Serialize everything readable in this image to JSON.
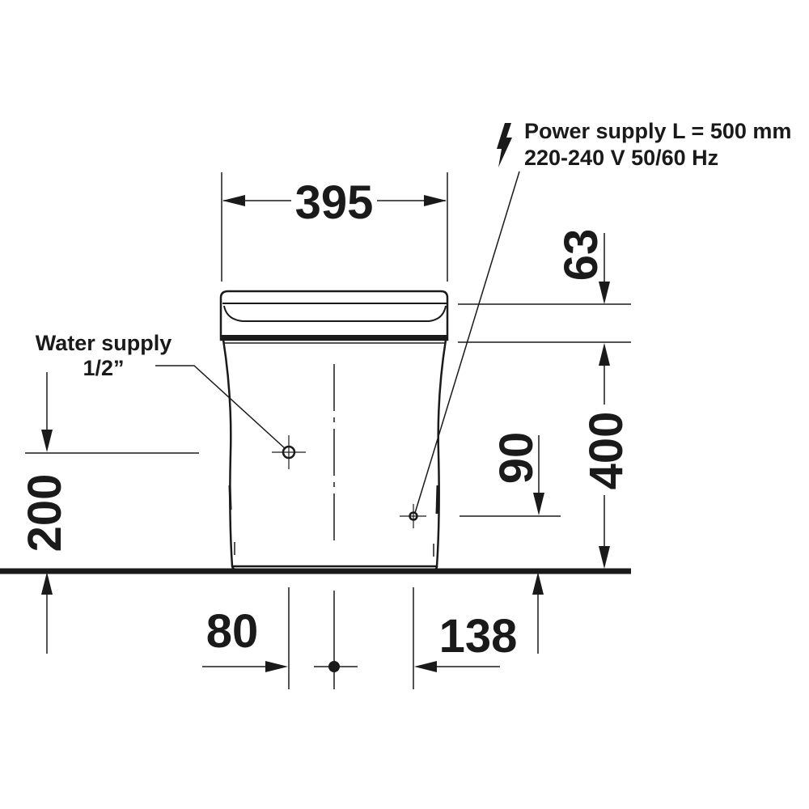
{
  "drawing": {
    "subject": "Floor-standing toilet front elevation",
    "colors": {
      "line": "#1a1a1a",
      "background": "#ffffff"
    }
  },
  "dimensions": {
    "width": {
      "value": "395",
      "orientation": "horizontal"
    },
    "top_offset": {
      "value": "63",
      "orientation": "vertical"
    },
    "height_to_rim": {
      "value": "400",
      "orientation": "vertical"
    },
    "power_height": {
      "value": "90",
      "orientation": "vertical"
    },
    "water_height": {
      "value": "200",
      "orientation": "vertical"
    },
    "water_offset_left": {
      "value": "80",
      "orientation": "horizontal"
    },
    "power_offset_right": {
      "value": "138",
      "orientation": "horizontal"
    }
  },
  "annotations": {
    "power": {
      "icon": "lightning-bolt-icon",
      "line1": "Power supply L = 500 mm",
      "line2": "220-240 V  50/60 Hz"
    },
    "water": {
      "line1": "Water supply",
      "line2": "1/2”"
    }
  }
}
